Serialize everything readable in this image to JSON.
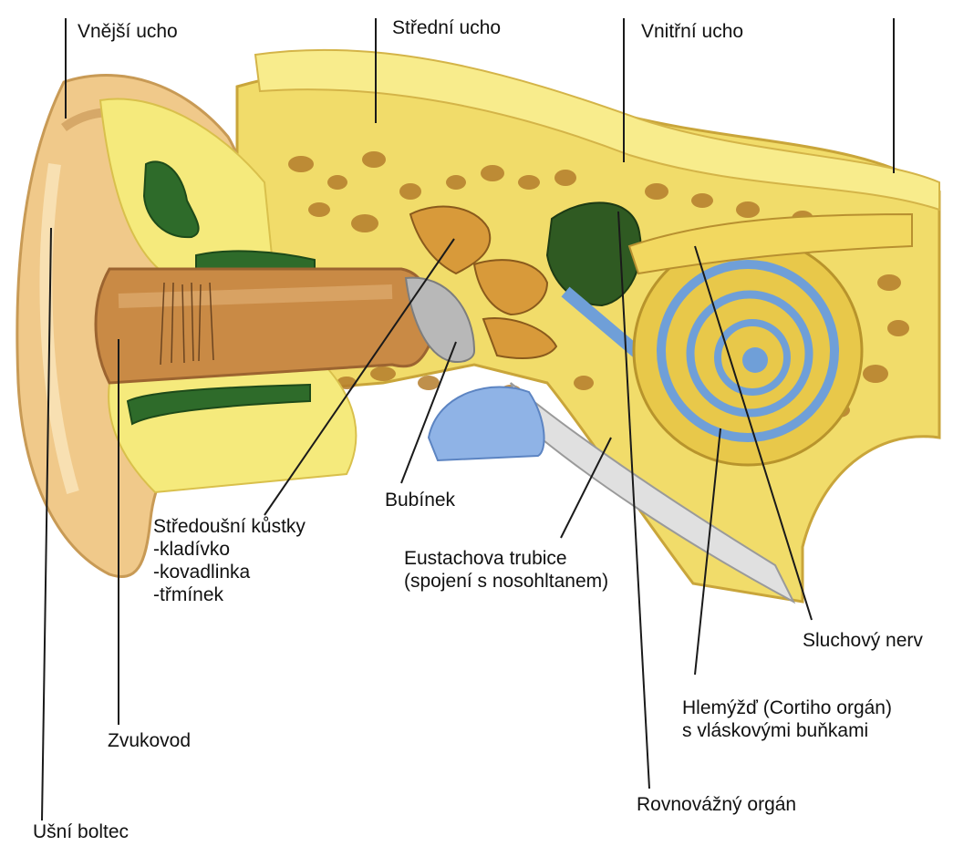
{
  "labels": {
    "outer_ear": "Vnější ucho",
    "middle_ear": "Střední ucho",
    "inner_ear": "Vnitřní ucho",
    "ossicles": [
      "Středoušní kůstky",
      "-kladívko",
      "-kovadlinka",
      "-třmínek"
    ],
    "eardrum": "Bubínek",
    "eustachian_tube": [
      "Eustachova trubice",
      "(spojení s nosohltanem)"
    ],
    "auditory_nerve": "Sluchový nerv",
    "cochlea": [
      "Hlemýžď (Cortiho orgán)",
      "s vláskovými buňkami"
    ],
    "ear_canal": "Zvukovod",
    "balance_organ": "Rovnovážný orgán",
    "auricle": "Ušní boltec"
  },
  "colors": {
    "bone": "#e8c84a",
    "bone_light": "#f6e87a",
    "canal": "#c98a45",
    "tissue_green": "#2e6b2a",
    "fluid_blue": "#6f9fd8",
    "eardrum_gray": "#b8b8b8",
    "leader": "#1a1a1a"
  }
}
